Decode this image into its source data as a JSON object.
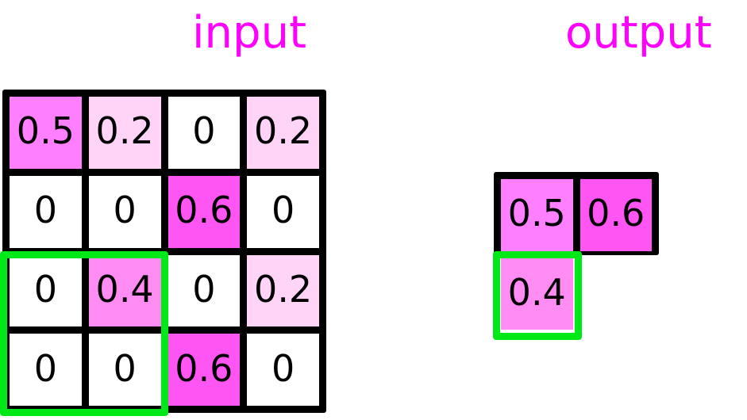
{
  "labels": {
    "input_title": "input",
    "output_title": "output"
  },
  "colors": {
    "title": "#ff00ff",
    "grid_border": "#000000",
    "highlight": "#00e817",
    "zero": "#ffffff",
    "v02": "#ffd4f7",
    "v04": "#ff8cf2",
    "v05": "#ff80ff",
    "v06": "#ff55f2"
  },
  "input_grid": {
    "rows": 4,
    "cols": 4,
    "cells": [
      [
        {
          "value": "0.5",
          "shade": "v05"
        },
        {
          "value": "0.2",
          "shade": "v02"
        },
        {
          "value": "0",
          "shade": "zero"
        },
        {
          "value": "0.2",
          "shade": "v02"
        }
      ],
      [
        {
          "value": "0",
          "shade": "zero"
        },
        {
          "value": "0",
          "shade": "zero"
        },
        {
          "value": "0.6",
          "shade": "v06"
        },
        {
          "value": "0",
          "shade": "zero"
        }
      ],
      [
        {
          "value": "0",
          "shade": "zero"
        },
        {
          "value": "0.4",
          "shade": "v04"
        },
        {
          "value": "0",
          "shade": "zero"
        },
        {
          "value": "0.2",
          "shade": "v02"
        }
      ],
      [
        {
          "value": "0",
          "shade": "zero"
        },
        {
          "value": "0",
          "shade": "zero"
        },
        {
          "value": "0.6",
          "shade": "v06"
        },
        {
          "value": "0",
          "shade": "zero"
        }
      ]
    ],
    "highlight_region": {
      "row_start": 3,
      "row_end": 4,
      "col_start": 1,
      "col_end": 2
    }
  },
  "output_grid": {
    "rows": 2,
    "cols": 2,
    "cells": [
      [
        {
          "value": "0.5",
          "shade": "v05"
        },
        {
          "value": "0.6",
          "shade": "v06"
        }
      ],
      [
        {
          "value": "0.4",
          "shade": "v04"
        },
        {
          "value": "",
          "shade": "blank"
        }
      ]
    ],
    "highlight_region": {
      "row_start": 2,
      "row_end": 2,
      "col_start": 1,
      "col_end": 1
    }
  },
  "chart_data": {
    "type": "heatmap",
    "title": "",
    "panels": [
      {
        "name": "input",
        "rows": 4,
        "cols": 4,
        "values": [
          [
            0.5,
            0.2,
            0,
            0.2
          ],
          [
            0,
            0,
            0.6,
            0
          ],
          [
            0,
            0.4,
            0,
            0.2
          ],
          [
            0,
            0,
            0.6,
            0
          ]
        ],
        "annotations": [
          "green box over rows 3-4, cols 1-2"
        ]
      },
      {
        "name": "output",
        "rows": 2,
        "cols": 2,
        "values": [
          [
            0.5,
            0.6
          ],
          [
            0.4,
            null
          ]
        ],
        "annotations": [
          "green box over row 2, col 1"
        ]
      }
    ],
    "colormap": "white-to-magenta",
    "vmin": 0,
    "vmax": 0.6,
    "legend": "none",
    "grid": true
  }
}
